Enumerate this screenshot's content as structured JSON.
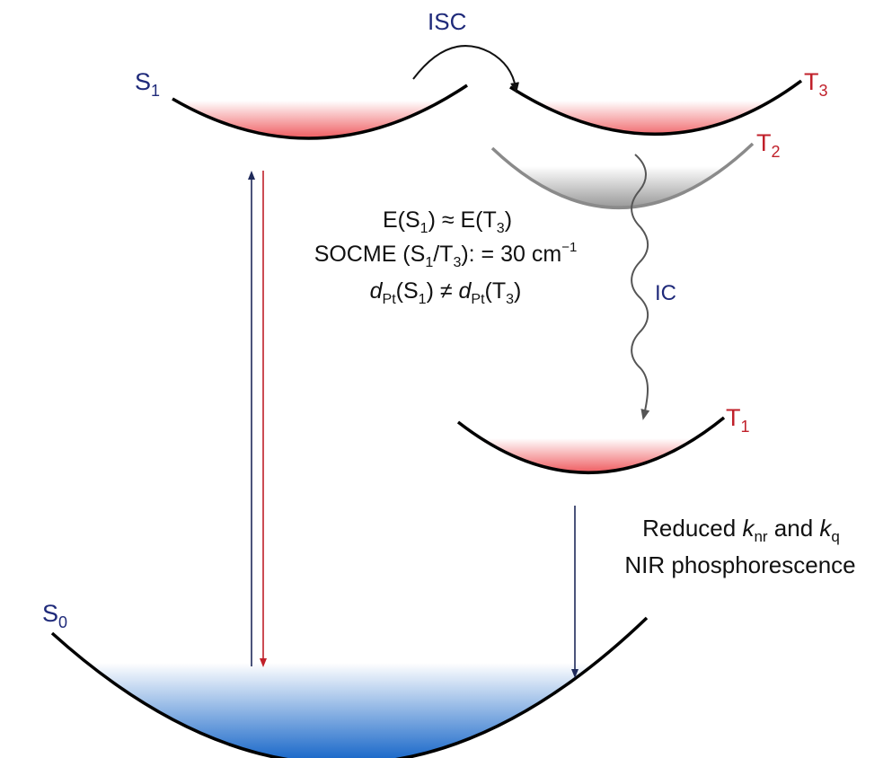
{
  "colors": {
    "singlet_label": "#1f2a7a",
    "triplet_label": "#c0202a",
    "curve": "#000000",
    "t2_curve": "#8a8a8a",
    "red_fill": "#e8151b",
    "gray_fill": "#7a7a7a",
    "blue_fill": "#1565c8",
    "excitation_arrow": "#1f2a5a",
    "fluorescence_arrow": "#c0202a",
    "annotation_text": "#111111"
  },
  "states": {
    "s1": {
      "base": "S",
      "sub": "1"
    },
    "t3": {
      "base": "T",
      "sub": "3"
    },
    "t2": {
      "base": "T",
      "sub": "2"
    },
    "t1": {
      "base": "T",
      "sub": "1"
    },
    "s0": {
      "base": "S",
      "sub": "0"
    }
  },
  "transitions": {
    "isc": "ISC",
    "ic": "IC"
  },
  "annotations": {
    "energy": {
      "e1": "E(S",
      "sub1": "1",
      "e2": ") ≈ E(T",
      "sub2": "3",
      "e3": ")"
    },
    "socme": {
      "t1": "SOCME (S",
      "sub1": "1",
      "t2": "/T",
      "sub2": "3",
      "t3": "): = 30 cm",
      "sup": "−1"
    },
    "dpt": {
      "d1": "d",
      "sub1": "Pt",
      "t1": "(S",
      "sub2": "1",
      "t2": ") ≠ ",
      "d2": "d",
      "sub3": "Pt",
      "t3": "(T",
      "sub4": "3",
      "t4": ")"
    }
  },
  "outcome": {
    "line1_a": "Reduced ",
    "k1": "k",
    "k1_sub": "nr",
    "line1_b": " and ",
    "k2": "k",
    "k2_sub": "q",
    "line2": "NIR phosphorescence"
  }
}
